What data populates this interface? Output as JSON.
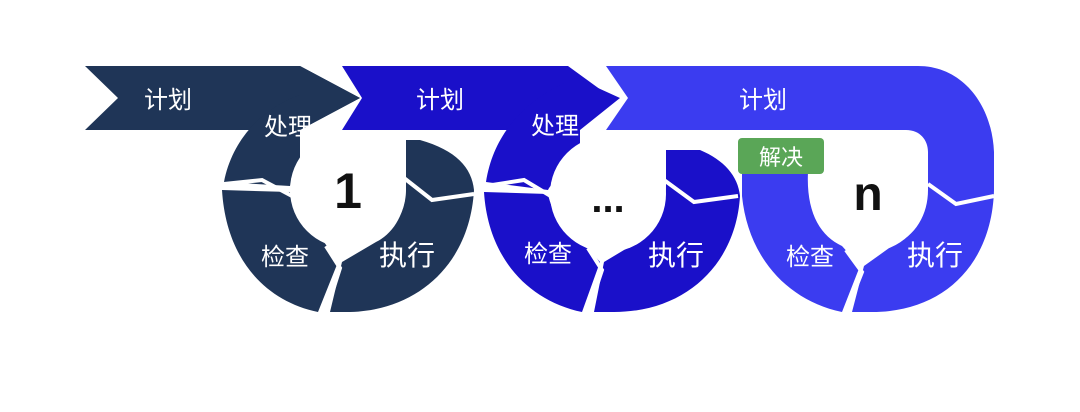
{
  "colors": {
    "cycle1": "#1f3557",
    "cycle2": "#1a10c9",
    "cycle3": "#3b3cf0",
    "resolve": "#5aa657",
    "center": "#ffffff",
    "number": "#111111"
  },
  "labels": {
    "plan_1": "计划",
    "plan_2": "计划",
    "plan_3": "计划",
    "process_1": "处理",
    "process_2": "处理",
    "check_1": "检查",
    "check_2": "检查",
    "check_3": "检查",
    "execute_1": "执行",
    "execute_2": "执行",
    "execute_3": "执行",
    "resolve": "解决",
    "center_1": "1",
    "center_2": "...",
    "center_3": "n"
  }
}
